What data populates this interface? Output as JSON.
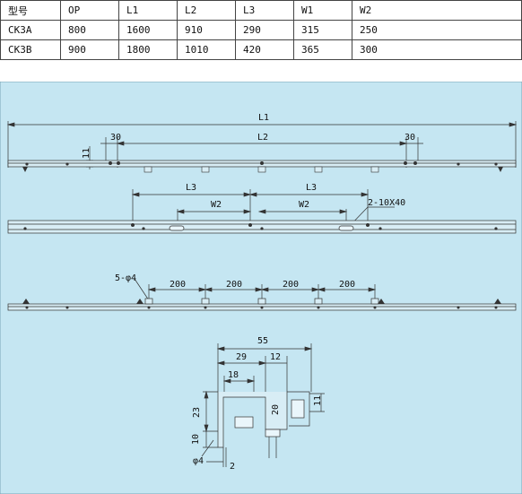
{
  "table": {
    "headers": [
      "型号",
      "OP",
      "L1",
      "L2",
      "L3",
      "W1",
      "W2"
    ],
    "rows": [
      [
        "CK3A",
        "800",
        "1600",
        "910",
        "290",
        "315",
        "250"
      ],
      [
        "CK3B",
        "900",
        "1800",
        "1010",
        "420",
        "365",
        "300"
      ]
    ]
  },
  "drawing": {
    "background": "#c5e6f2",
    "view1": {
      "overall": "L1",
      "span": "L2",
      "edge_left": "30",
      "edge_right": "30",
      "height": "11"
    },
    "view2": {
      "spacing_left": "L3",
      "spacing_right": "L3",
      "slot_left": "W2",
      "slot_right": "W2",
      "slot_note": "2-10X40"
    },
    "view3": {
      "holes_note": "5-φ4",
      "spacings": [
        "200",
        "200",
        "200",
        "200"
      ]
    },
    "section": {
      "width": "55",
      "w29": "29",
      "w12": "12",
      "w18": "18",
      "h23": "23",
      "h20": "20",
      "h11": "11",
      "h10": "10",
      "dia": "φ4",
      "t2": "2"
    }
  }
}
